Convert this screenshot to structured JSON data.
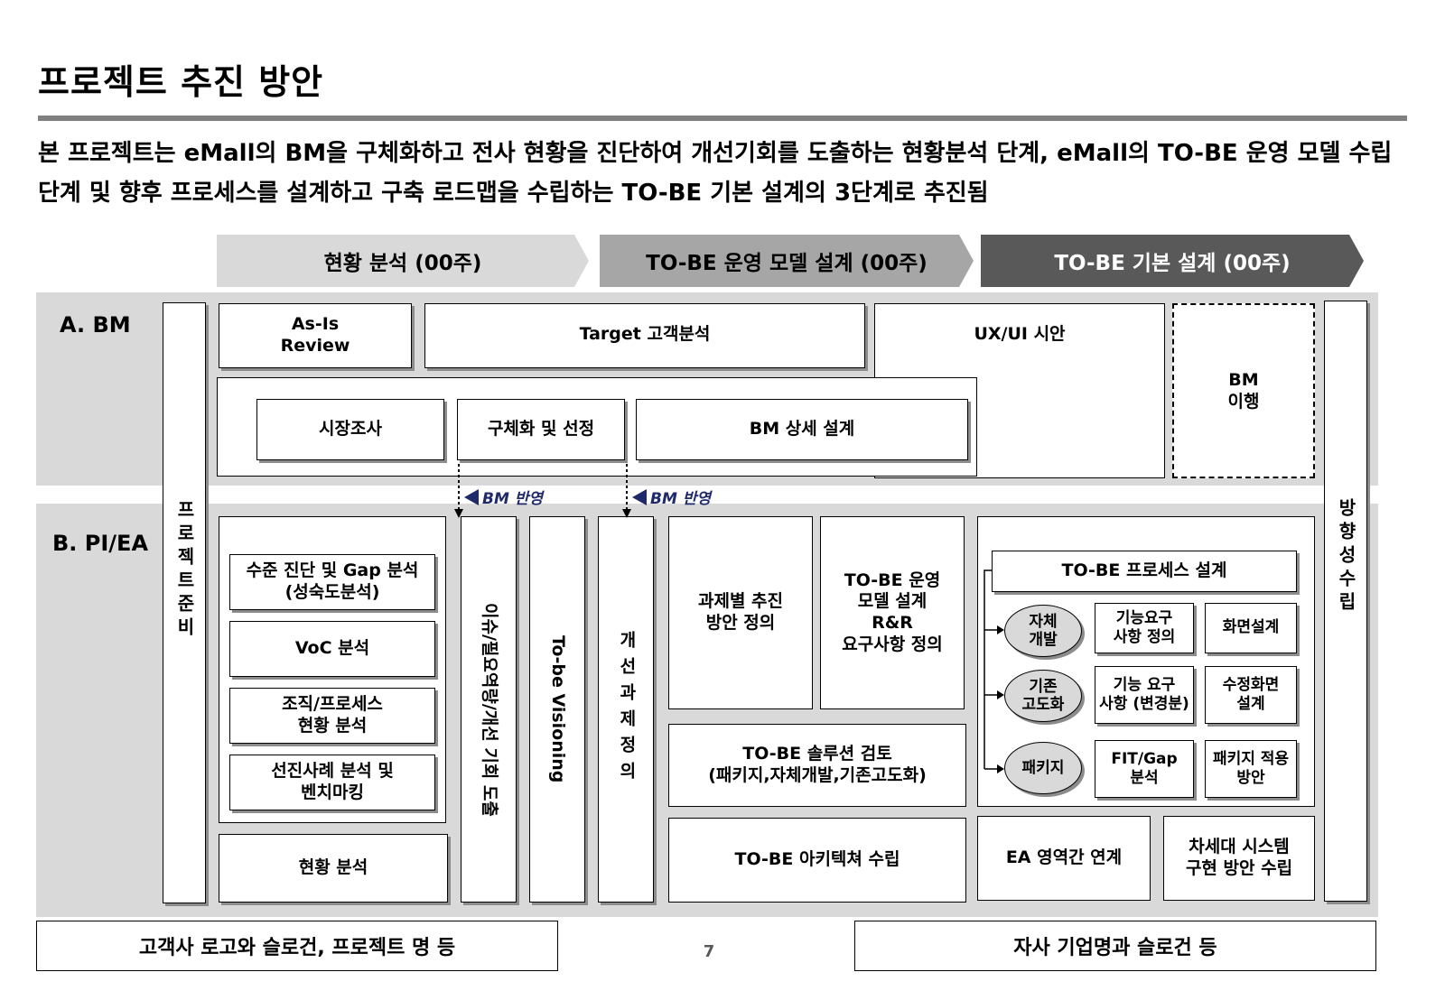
{
  "title": "프로젝트 추진 방안",
  "summary": "본 프로젝트는 eMall의 BM을 구체화하고 전사 현황을 진단하여 개선기회를 도출하는 현황분석 단계, eMall의 TO-BE 운영 모델 수립 단계 및 향후 프로세스를 설계하고 구축 로드맵을 수립하는 TO-BE 기본 설계의 3단계로 추진됨",
  "phases": [
    {
      "label": "현황 분석 (00주)",
      "color": "#d9d9d9",
      "text_color": "#000000"
    },
    {
      "label": "TO-BE 운영 모델 설계 (00주)",
      "color": "#a6a6a6",
      "text_color": "#000000"
    },
    {
      "label": "TO-BE 기본 설계 (00주)",
      "color": "#595959",
      "text_color": "#ffffff"
    }
  ],
  "rows": {
    "bm": "A. BM",
    "pi": "B. PI/EA"
  },
  "side": {
    "left": "프로젝트준비",
    "right": "방향성수립"
  },
  "bm": {
    "asis": "As-Is\nReview",
    "target": "Target 고객분석",
    "uxui": "UX/UI 시안",
    "migration": "BM\n이행",
    "market": "시장조사",
    "concretize": "구체화 및 선정",
    "detail": "BM 상세 설계",
    "reflect1": "BM 반영",
    "reflect2": "BM 반영"
  },
  "pi": {
    "level": "수준 진단 및 Gap 분석\n(성숙도분석)",
    "voc": "VoC 분석",
    "org": "조직/프로세스\n현황 분석",
    "bench": "선진사례 분석 및\n벤치마킹",
    "current": "현황 분석",
    "issue": "이슈/필요역량/개선 기회 도출",
    "visioning": "To-be Visioning",
    "improve": "개선과제정의",
    "task": "과제별 추진\n방안 정의",
    "opmodel": "TO-BE 운영\n모델 설계\nR&R\n요구사항 정의",
    "solution": "TO-BE 솔루션 검토\n(패키지,자체개발,기존고도화)",
    "architecture": "TO-BE 아키텍쳐 수립",
    "process_design": "TO-BE 프로세스 설계",
    "self_dev": "자체\n개발",
    "upgrade": "기존\n고도화",
    "package": "패키지",
    "func_req": "기능요구\n사항 정의",
    "screen": "화면설계",
    "func_req_change": "기능 요구\n사항 (변경분)",
    "screen_mod": "수정화면\n설계",
    "fitgap": "FIT/Gap\n분석",
    "pkg_apply": "패키지 적용\n방안",
    "ea_link": "EA 영역간 연계",
    "nextgen": "차세대 시스템\n구현 방안 수립"
  },
  "footer": {
    "left": "고객사 로고와 슬로건, 프로젝트 명 등",
    "page": "7",
    "right": "자사 기업명과 슬로건 등"
  }
}
